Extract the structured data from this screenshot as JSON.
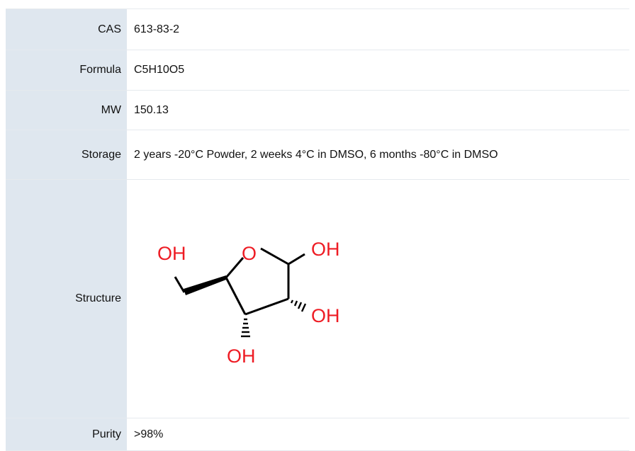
{
  "rows": {
    "cas": {
      "label": "CAS",
      "value": "613-83-2"
    },
    "formula": {
      "label": "Formula",
      "value": "C5H10O5"
    },
    "mw": {
      "label": "MW",
      "value": "150.13"
    },
    "storage": {
      "label": "Storage",
      "value": "2 years -20°C Powder, 2 weeks 4°C in DMSO, 6 months -80°C in DMSO"
    },
    "structure": {
      "label": "Structure",
      "atoms": {
        "oh_left": "OH",
        "ring_o": "O",
        "oh_top": "OH",
        "oh_right": "OH",
        "oh_bottom": "OH"
      },
      "colors": {
        "bond": "#000000",
        "heteroatom": "#ee1c24"
      }
    },
    "purity": {
      "label": "Purity",
      "value": ">98%"
    }
  }
}
